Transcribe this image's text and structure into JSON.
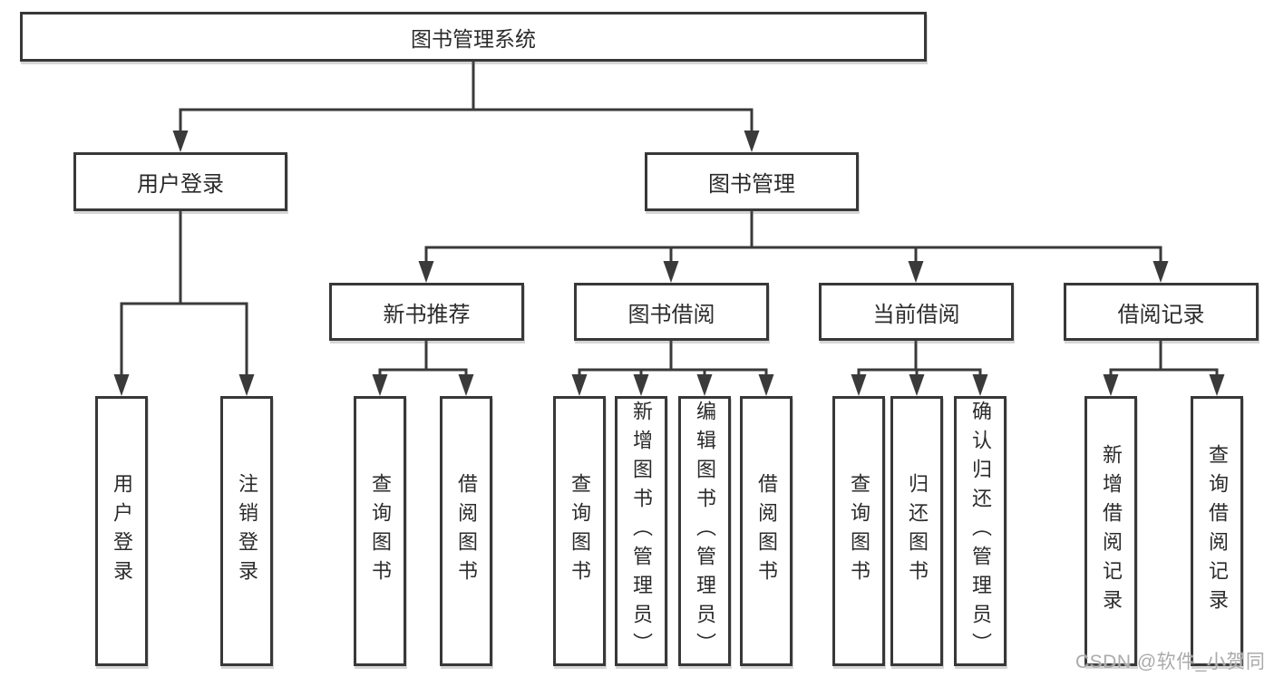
{
  "tree": {
    "root": {
      "label": "图书管理系统",
      "children": [
        {
          "label": "用户登录",
          "children": [
            {
              "label": "用户登录"
            },
            {
              "label": "注销登录"
            }
          ]
        },
        {
          "label": "图书管理",
          "children": [
            {
              "label": "新书推荐",
              "children": [
                {
                  "label": "查询图书"
                },
                {
                  "label": "借阅图书"
                }
              ]
            },
            {
              "label": "图书借阅",
              "children": [
                {
                  "label": "查询图书"
                },
                {
                  "label": "新增图书（管理员）"
                },
                {
                  "label": "编辑图书（管理员）"
                },
                {
                  "label": "借阅图书"
                }
              ]
            },
            {
              "label": "当前借阅",
              "children": [
                {
                  "label": "查询图书"
                },
                {
                  "label": "归还图书"
                },
                {
                  "label": "确认归还（管理员）"
                }
              ]
            },
            {
              "label": "借阅记录",
              "children": [
                {
                  "label": "新增借阅记录"
                },
                {
                  "label": "查询借阅记录"
                }
              ]
            }
          ]
        }
      ]
    }
  },
  "watermark": {
    "text": "CSDN @软件_小贺同学"
  },
  "colors": {
    "box_border": "#383838",
    "connector_line": "#3a3a3a",
    "text": "#2b2b2b",
    "watermark": "#ababab"
  }
}
